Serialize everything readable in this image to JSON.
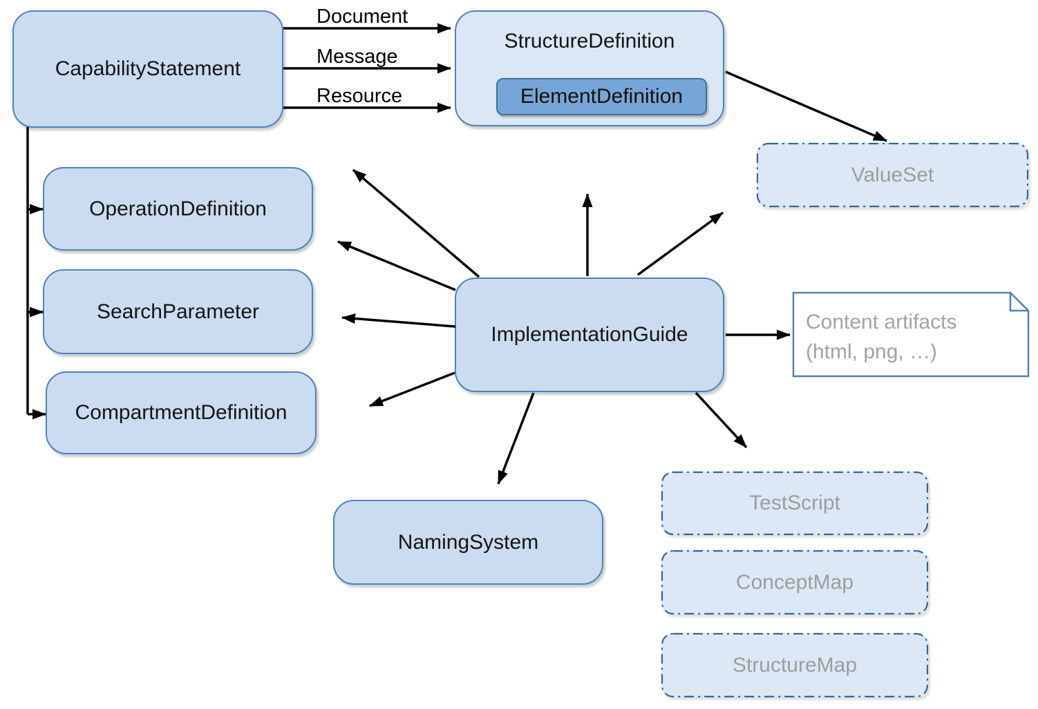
{
  "diagram": {
    "title_context": "FHIR conformance resources diagram",
    "nodes": {
      "capability_statement": {
        "label": "CapabilityStatement"
      },
      "structure_definition": {
        "label": "StructureDefinition"
      },
      "element_definition": {
        "label": "ElementDefinition"
      },
      "operation_definition": {
        "label": "OperationDefinition"
      },
      "search_parameter": {
        "label": "SearchParameter"
      },
      "compartment_definition": {
        "label": "CompartmentDefinition"
      },
      "implementation_guide": {
        "label": "ImplementationGuide"
      },
      "naming_system": {
        "label": "NamingSystem"
      },
      "value_set": {
        "label": "ValueSet"
      },
      "test_script": {
        "label": "TestScript"
      },
      "concept_map": {
        "label": "ConceptMap"
      },
      "structure_map": {
        "label": "StructureMap"
      },
      "content_artifacts": {
        "line1": "Content artifacts",
        "line2": "(html, png, …)"
      }
    },
    "edge_labels": {
      "document": "Document",
      "message": "Message",
      "resource": "Resource"
    },
    "colors": {
      "node_fill": "#cbdcf0",
      "node_fill_light": "#dbe7f4",
      "element_fill": "#78a5d7",
      "node_border": "#4f81bd",
      "dashed_fill": "#dce8f5",
      "dashed_border": "#336699",
      "muted_text": "#9d9d9d",
      "arrow": "#000000"
    }
  }
}
